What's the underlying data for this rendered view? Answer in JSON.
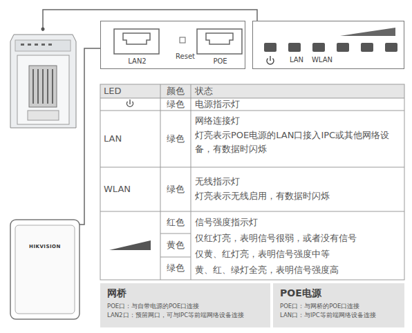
{
  "diagram": {
    "nodes": [
      {
        "text": [
          "LAN2",
          "Reset",
          "POE"
        ]
      },
      {
        "text": [
          "LAN",
          "WLAN"
        ]
      },
      {
        "text": [
          "网桥",
          "POE口：与自带电源的POE口连接",
          "LAN2口：预留网口，可与IPC等前端网络设备连接"
        ]
      },
      {
        "text": [
          "POE电源",
          "POE口：与网桥的POE口连接",
          "LAN口：与IPC等前端网络设备连接"
        ]
      }
    ],
    "labels": [
      "LED",
      "颜色",
      "状态",
      "绿色",
      "电源指示灯",
      "LAN",
      "绿色",
      "网络连接灯",
      "灯亮表示POE电源的LAN口接入IPC或其他网络设备，有数据时闪烁",
      "WLAN",
      "绿色",
      "无线指示灯",
      "灯亮表示无线启用，有数据时闪烁",
      "红色",
      "黄色",
      "绿色",
      "信号强度指示灯",
      "仅红灯亮，表明信号很弱，或者没有信号",
      "仅黄、红灯亮，表明信号强度中等",
      "黄、红、绿灯全亮，表明信号强度高",
      "HIKVISION"
    ]
  }
}
